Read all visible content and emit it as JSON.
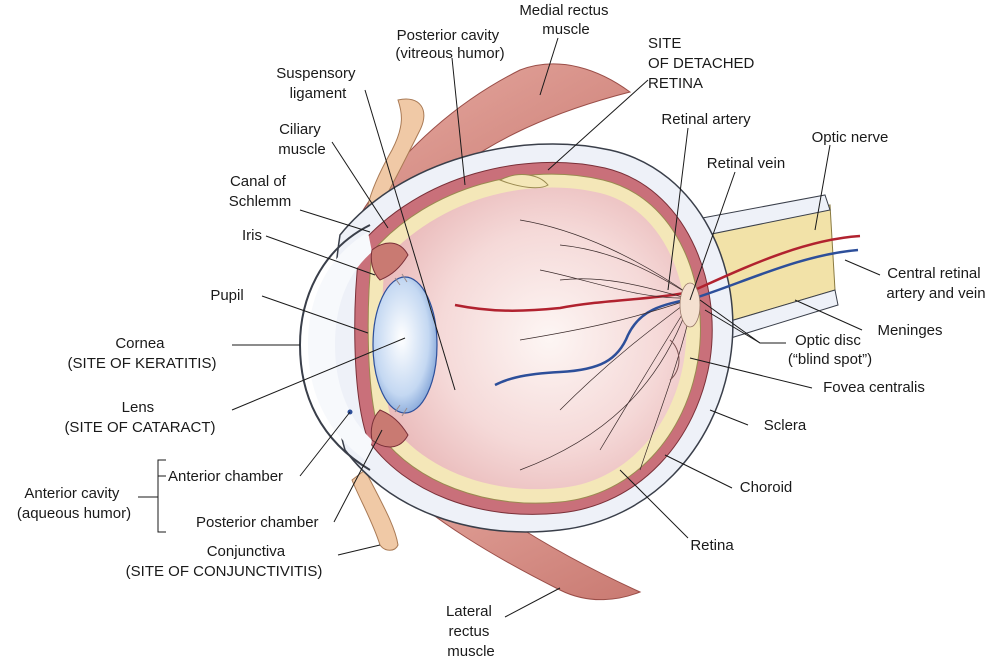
{
  "labels": {
    "medial_rectus": [
      "Medial rectus",
      "muscle"
    ],
    "posterior_cavity": [
      "Posterior cavity",
      "(vitreous humor)"
    ],
    "detached_retina": [
      "SITE",
      "OF DETACHED",
      "RETINA"
    ],
    "suspensory_ligament": [
      "Suspensory",
      "ligament"
    ],
    "ciliary_muscle": [
      "Ciliary",
      "muscle"
    ],
    "canal_of_schlemm": [
      "Canal of",
      "Schlemm"
    ],
    "iris": [
      "Iris"
    ],
    "pupil": [
      "Pupil"
    ],
    "cornea": [
      "Cornea",
      "(SITE OF KERATITIS)"
    ],
    "lens": [
      "Lens",
      "(SITE OF CATARACT)"
    ],
    "anterior_chamber": [
      "Anterior chamber"
    ],
    "anterior_cavity": [
      "Anterior cavity",
      "(aqueous humor)"
    ],
    "posterior_chamber": [
      "Posterior chamber"
    ],
    "conjunctiva": [
      "Conjunctiva",
      "(SITE OF CONJUNCTIVITIS)"
    ],
    "lateral_rectus": [
      "Lateral",
      "rectus",
      "muscle"
    ],
    "retinal_artery": [
      "Retinal artery"
    ],
    "retinal_vein": [
      "Retinal vein"
    ],
    "optic_nerve": [
      "Optic nerve"
    ],
    "central_retinal": [
      "Central retinal",
      "artery and vein"
    ],
    "meninges": [
      "Meninges"
    ],
    "optic_disc": [
      "Optic disc",
      "(“blind spot”)"
    ],
    "fovea_centralis": [
      "Fovea centralis"
    ],
    "sclera": [
      "Sclera"
    ],
    "choroid": [
      "Choroid"
    ],
    "retina": [
      "Retina"
    ]
  },
  "colors": {
    "muscle": "#d98f86",
    "muscle_dark": "#b9605a",
    "sclera": "#eef1f8",
    "sclera_edge": "#3a3f4a",
    "vitreous": "#f6dede",
    "vitreous_center": "#fdf5f3",
    "retina_layer": "#f4e7b8",
    "choroid_layer": "#c9707a",
    "lens": "#a8c4ea",
    "artery": "#b1222f",
    "vein": "#2d4f9a",
    "nerve": "#f2e2a8",
    "bone": "#f0c9a6"
  }
}
